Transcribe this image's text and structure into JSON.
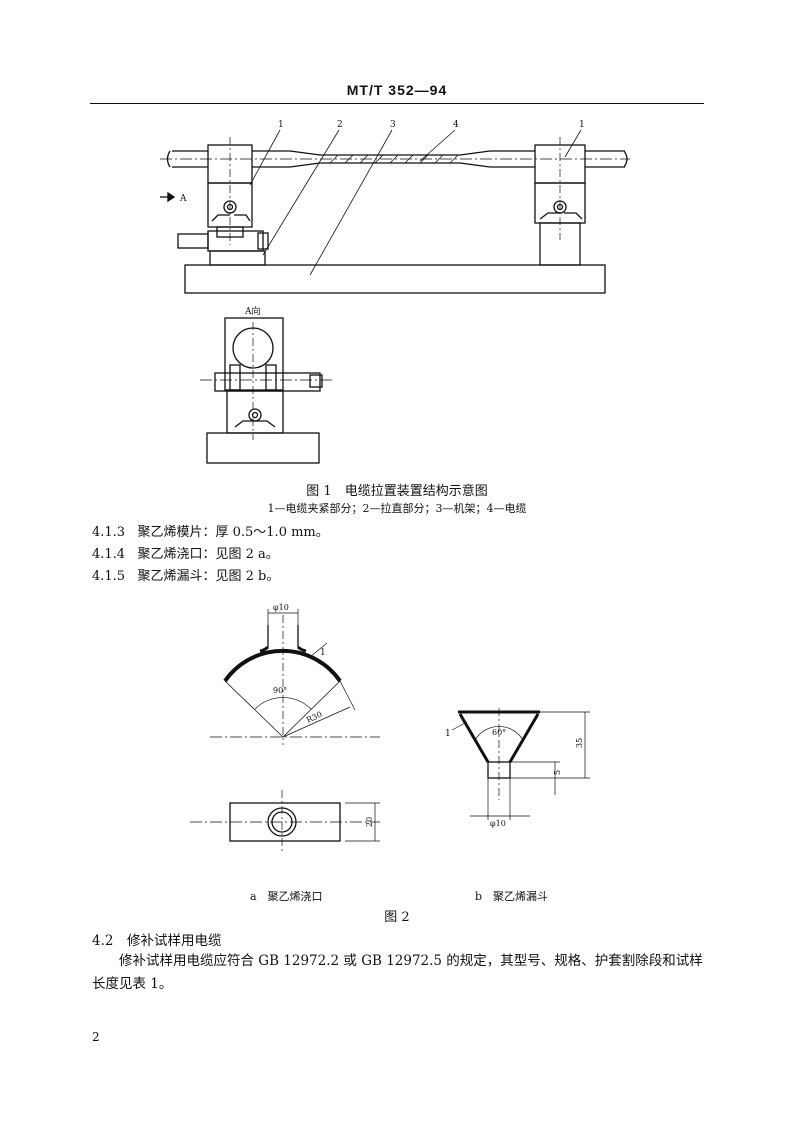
{
  "header": {
    "doc_id": "MT/T 352—94"
  },
  "figure1": {
    "callouts": [
      "1",
      "2",
      "3",
      "4",
      "1"
    ],
    "arrow_label": "A",
    "view_label": "A向",
    "caption": "图 1　电缆拉置装置结构示意图",
    "legend": "1—电缆夹紧部分；2—拉直部分；3—机架；4—电缆"
  },
  "items": [
    {
      "num": "4.1.3",
      "text": "聚乙烯模片：厚 0.5～1.0 mm。"
    },
    {
      "num": "4.1.4",
      "text": "聚乙烯浇口：见图 2 a。"
    },
    {
      "num": "4.1.5",
      "text": "聚乙烯漏斗：见图 2 b。"
    }
  ],
  "figure2": {
    "a": {
      "dia": "φ10",
      "angle": "90°",
      "radius": "R30",
      "width_dim": "20",
      "callout": "1",
      "caption": "a　聚乙烯浇口"
    },
    "b": {
      "angle": "60°",
      "height": "35",
      "neck": "5",
      "dia": "φ10",
      "callout": "1",
      "caption": "b　聚乙烯漏斗"
    },
    "caption": "图 2"
  },
  "section": {
    "title": "4.2　修补试样用电缆",
    "body": "修补试样用电缆应符合 GB 12972.2 或 GB 12972.5 的规定，其型号、规格、护套割除段和试样长度见表 1。"
  },
  "footer": {
    "page_number": "2"
  }
}
